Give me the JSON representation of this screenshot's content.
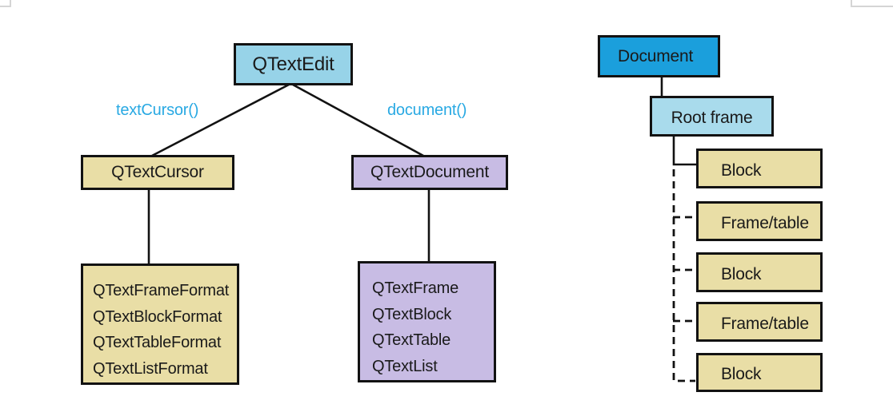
{
  "colors": {
    "box_light_blue": "#97d3e8",
    "box_lighter_blue": "#a9dbec",
    "box_bright_blue": "#1b9fdc",
    "box_tan": "#e9dea6",
    "box_purple": "#c8bce4",
    "edge_label_blue": "#29a9e3",
    "line_black": "#121212",
    "page_edge_gray": "#d5d5d5"
  },
  "left_diagram": {
    "root": "QTextEdit",
    "left_edge_label": "textCursor()",
    "right_edge_label": "document()",
    "cursor_class": "QTextCursor",
    "document_class": "QTextDocument",
    "format_classes": [
      "QTextFrameFormat",
      "QTextBlockFormat",
      "QTextTableFormat",
      "QTextListFormat"
    ],
    "content_classes": [
      "QTextFrame",
      "QTextBlock",
      "QTextTable",
      "QTextList"
    ]
  },
  "right_diagram": {
    "root": "Document",
    "root_frame": "Root frame",
    "children": [
      "Block",
      "Frame/table",
      "Block",
      "Frame/table",
      "Block"
    ]
  }
}
